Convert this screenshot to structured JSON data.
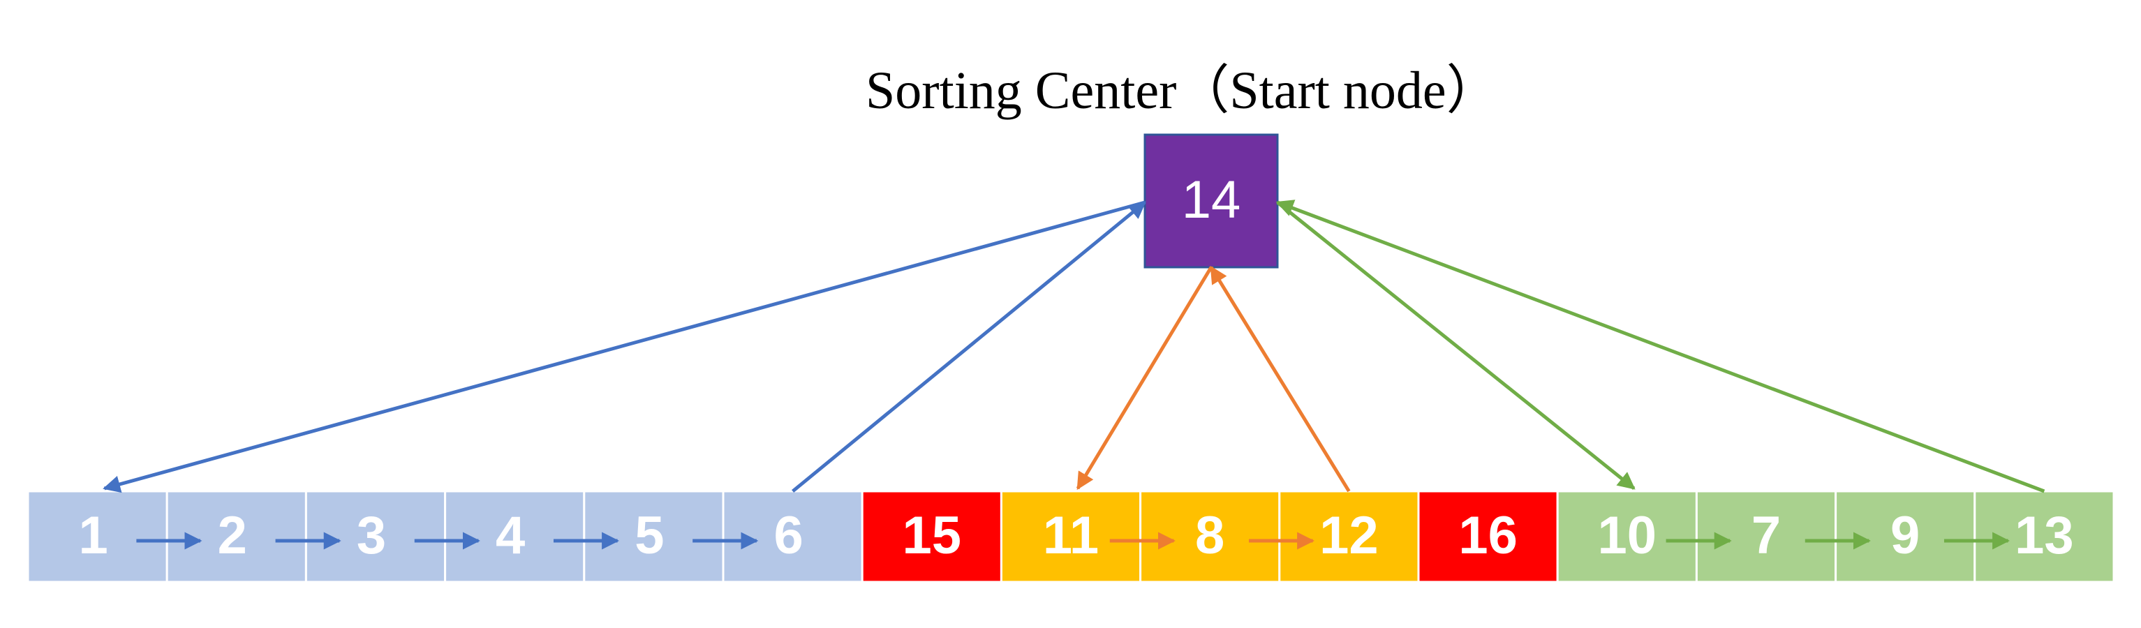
{
  "title": "Sorting Center（Start node）",
  "center": {
    "label": "14",
    "color": "#7030A0"
  },
  "colors": {
    "blue_cell": "#B4C7E7",
    "blue_arrow": "#4472C4",
    "red_cell": "#FF0000",
    "orange_cell": "#FFC000",
    "orange_arrow": "#ED7D31",
    "green_cell": "#A9D18E",
    "green_arrow": "#70AD47"
  },
  "cells": [
    {
      "label": "1",
      "group": "blue"
    },
    {
      "label": "2",
      "group": "blue"
    },
    {
      "label": "3",
      "group": "blue"
    },
    {
      "label": "4",
      "group": "blue"
    },
    {
      "label": "5",
      "group": "blue"
    },
    {
      "label": "6",
      "group": "blue"
    },
    {
      "label": "15",
      "group": "red"
    },
    {
      "label": "11",
      "group": "orange"
    },
    {
      "label": "8",
      "group": "orange"
    },
    {
      "label": "12",
      "group": "orange"
    },
    {
      "label": "16",
      "group": "red"
    },
    {
      "label": "10",
      "group": "green"
    },
    {
      "label": "7",
      "group": "green"
    },
    {
      "label": "9",
      "group": "green"
    },
    {
      "label": "13",
      "group": "green"
    }
  ],
  "routes": [
    {
      "color": "blue",
      "sequence": [
        "14",
        "1",
        "2",
        "3",
        "4",
        "5",
        "6",
        "14"
      ]
    },
    {
      "color": "orange",
      "sequence": [
        "14",
        "11",
        "8",
        "12",
        "14"
      ]
    },
    {
      "color": "green",
      "sequence": [
        "14",
        "10",
        "7",
        "9",
        "13",
        "14"
      ]
    }
  ]
}
